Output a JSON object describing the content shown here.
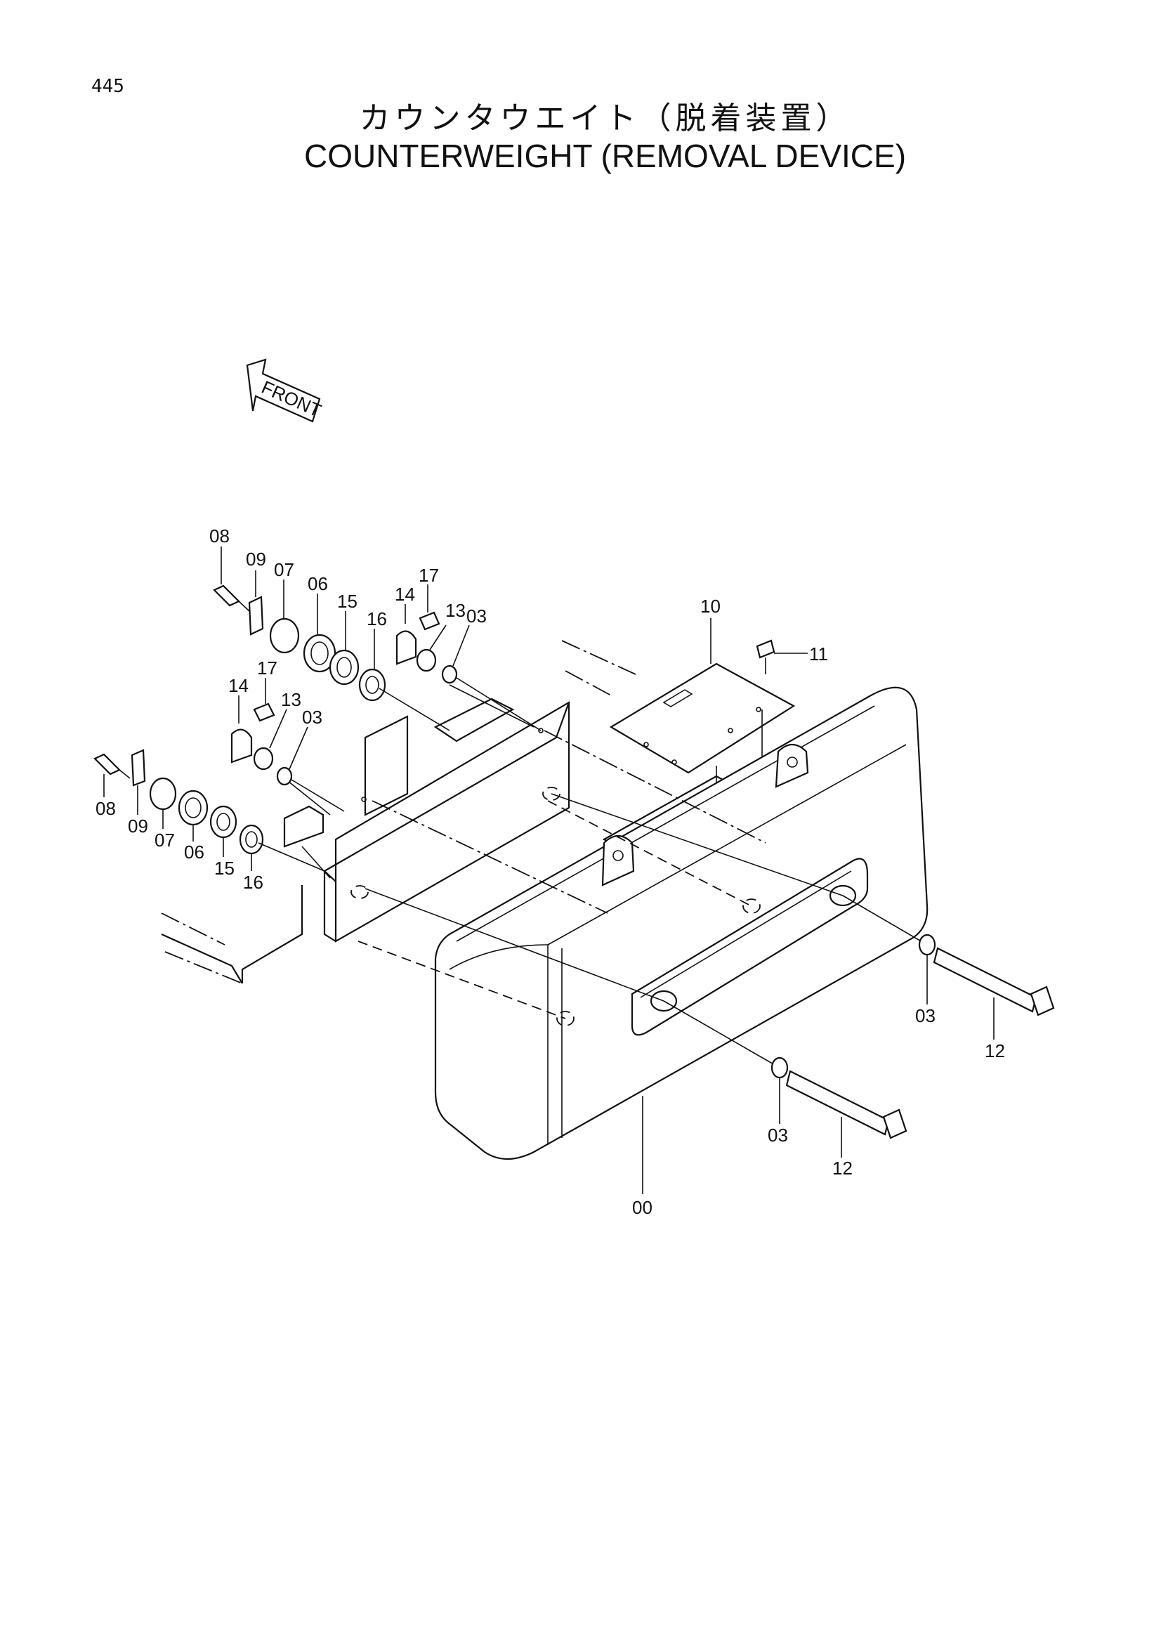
{
  "page": {
    "number": "445"
  },
  "title": {
    "japanese": "カウンタウエイト（脱着装置）",
    "english": "COUNTERWEIGHT (REMOVAL DEVICE)"
  },
  "front_marker": "FRONT",
  "callouts": {
    "c08a": "08",
    "c09a": "09",
    "c07a": "07",
    "c06a": "06",
    "c15a": "15",
    "c16a": "16",
    "c14a": "14",
    "c17a": "17",
    "c13a": "13",
    "c03a": "03",
    "c10": "10",
    "c11": "11",
    "c14b": "14",
    "c17b": "17",
    "c13b": "13",
    "c03b": "03",
    "c08b": "08",
    "c09b": "09",
    "c07b": "07",
    "c06b": "06",
    "c15b": "15",
    "c16b": "16",
    "c03c": "03",
    "c12a": "12",
    "c03d": "03",
    "c12b": "12",
    "c00": "00"
  }
}
